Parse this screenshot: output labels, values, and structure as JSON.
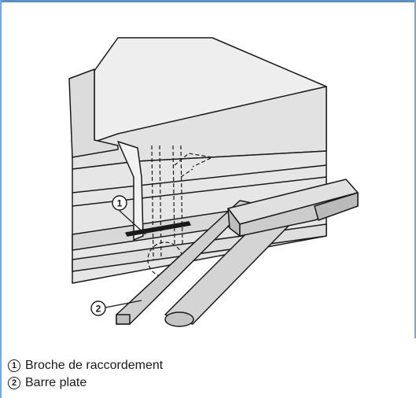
{
  "callouts": [
    {
      "number": "1"
    },
    {
      "number": "2"
    }
  ],
  "legend": [
    {
      "number": "1",
      "text": "Broche de raccordement"
    },
    {
      "number": "2",
      "text": "Barre plate"
    }
  ]
}
